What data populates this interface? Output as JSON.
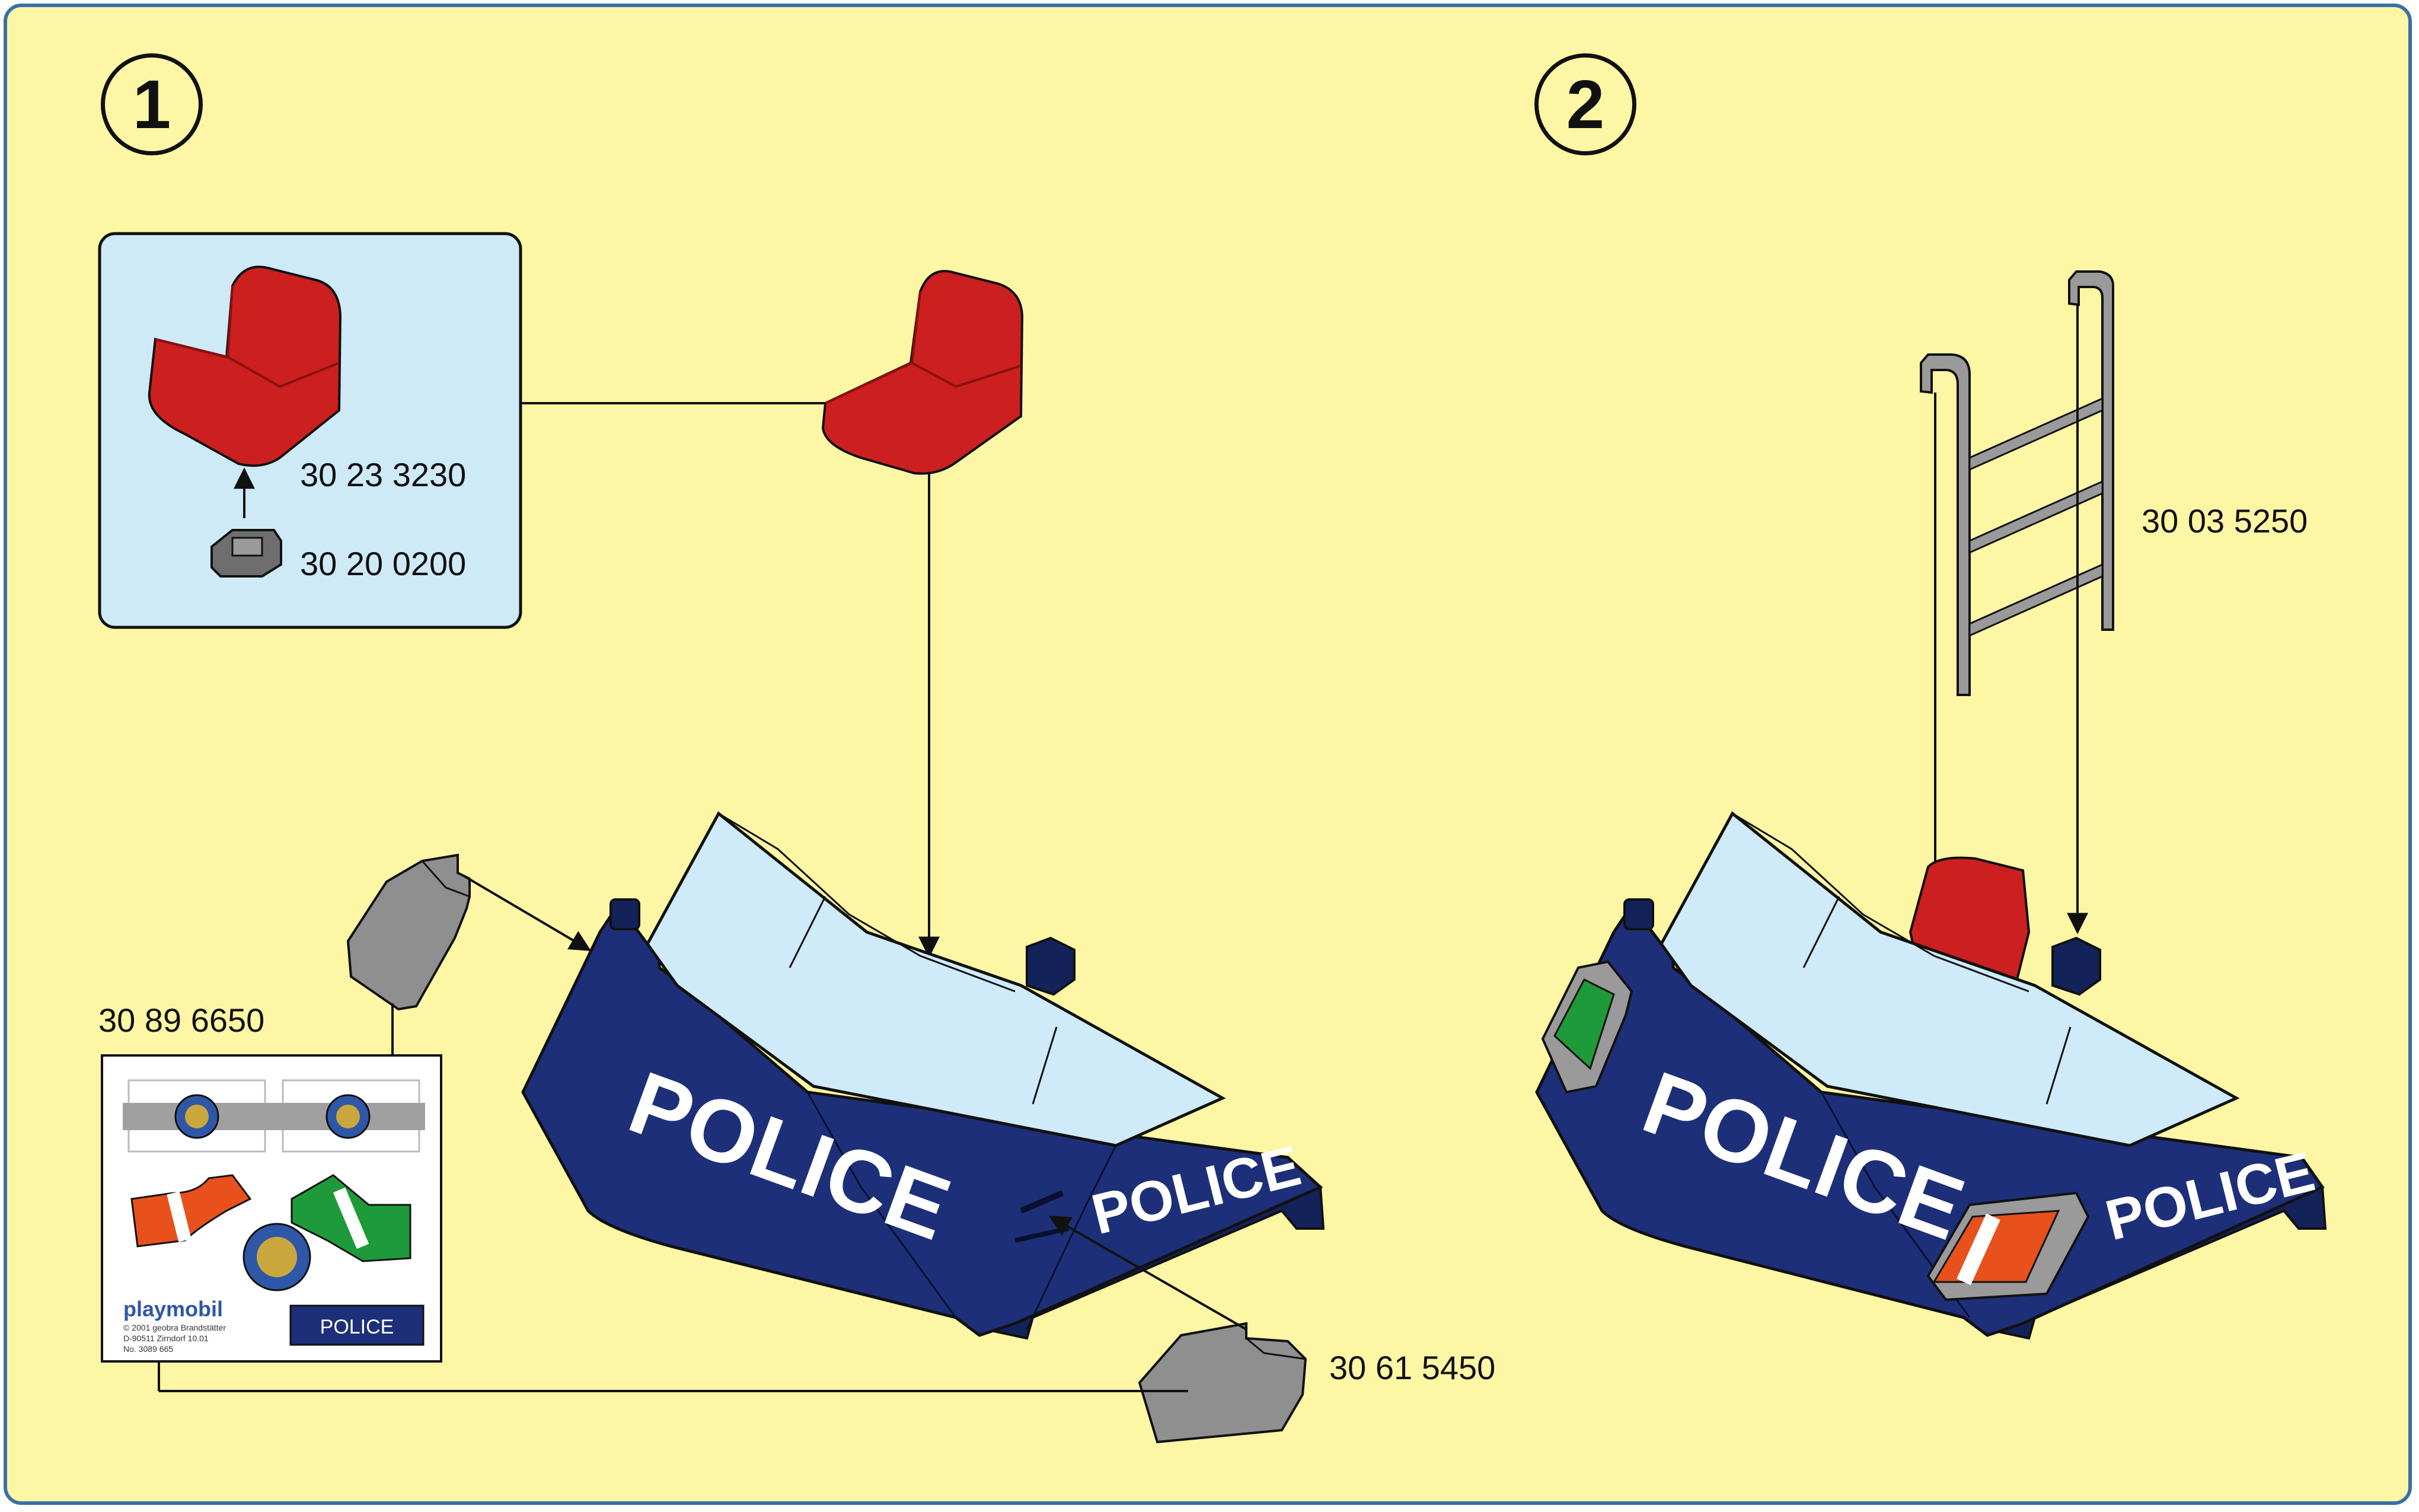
{
  "steps": {
    "step1": "1",
    "step2": "2"
  },
  "part_numbers": {
    "seat": "30 23 3230",
    "seat_base": "30 20 0200",
    "sticker_sheet": "30 89 6650",
    "side_clip": "30 61 5450",
    "ladder": "30 03 5250"
  },
  "vehicle_text": {
    "front_large": "POLICE",
    "front_small": "POLICE"
  },
  "sticker_sheet": {
    "brand": "playmobil",
    "police_label": "POLICE",
    "fine_print": [
      "© 2001 geobra Brandstätter",
      "D-90511 Zirndorf      10.01",
      "No. 3089 665"
    ]
  },
  "colors": {
    "background": "#fdf6a4",
    "frame": "#3a6fa8",
    "inset_panel": "#cfeaf7",
    "body_blue": "#1d2f78",
    "glass": "#cfeaf8",
    "seat_red": "#cc1f1f",
    "part_gray": "#8f8f8f",
    "stripe_orange": "#e8501c",
    "stripe_green": "#1f9a3a"
  }
}
